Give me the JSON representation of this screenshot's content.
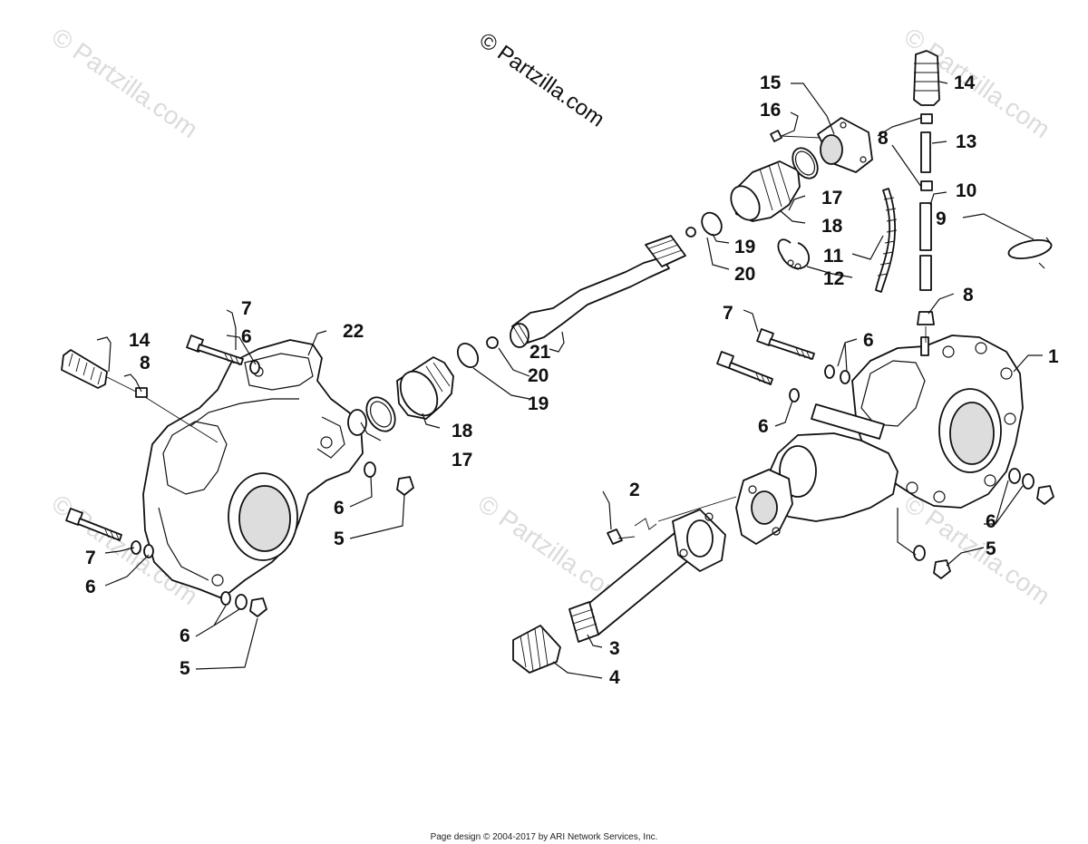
{
  "watermark": {
    "main": "© Partzilla.com",
    "faint": "© Partzilla.com"
  },
  "callouts": {
    "c1": "1",
    "c2": "2",
    "c3": "3",
    "c4": "4",
    "c5a": "5",
    "c5b": "5",
    "c5c": "5",
    "c6a": "6",
    "c6b": "6",
    "c6c": "6",
    "c6d": "6",
    "c6e": "6",
    "c6f": "6",
    "c6g": "6",
    "c7a": "7",
    "c7b": "7",
    "c7c": "7",
    "c8a": "8",
    "c8b": "8",
    "c8c": "8",
    "c9": "9",
    "c10": "10",
    "c11": "11",
    "c12": "12",
    "c13": "13",
    "c14a": "14",
    "c14b": "14",
    "c15": "15",
    "c16": "16",
    "c17a": "17",
    "c17b": "17",
    "c18a": "18",
    "c18b": "18",
    "c19a": "19",
    "c19b": "19",
    "c20a": "20",
    "c20b": "20",
    "c21": "21",
    "c22": "22"
  },
  "footer": "Page design © 2004-2017 by ARI Network Services, Inc."
}
